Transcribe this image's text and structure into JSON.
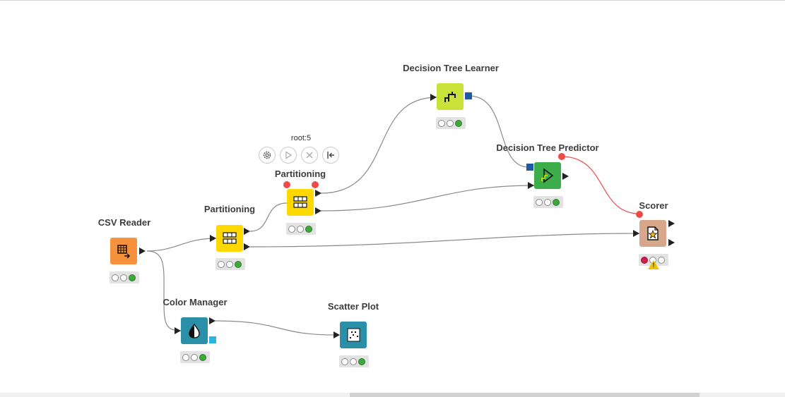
{
  "workflow": {
    "nodes": [
      {
        "id": "csv_reader",
        "label": "CSV Reader",
        "color": "#f6913c",
        "icon": "table-arrow-icon",
        "status": [
          "idle",
          "idle",
          "green"
        ]
      },
      {
        "id": "partitioning_1",
        "label": "Partitioning",
        "color": "#ffd800",
        "icon": "partition-icon",
        "status": [
          "idle",
          "idle",
          "green"
        ]
      },
      {
        "id": "partitioning_2",
        "label": "Partitioning",
        "color": "#ffd800",
        "icon": "partition-icon",
        "status": [
          "idle",
          "idle",
          "green"
        ]
      },
      {
        "id": "dt_learner",
        "label": "Decision Tree Learner",
        "color": "#c8e23a",
        "icon": "tree-learner-icon",
        "status": [
          "idle",
          "idle",
          "green"
        ]
      },
      {
        "id": "dt_predictor",
        "label": "Decision Tree Predictor",
        "color": "#3dac4b",
        "icon": "tree-predictor-icon",
        "status": [
          "idle",
          "idle",
          "green"
        ]
      },
      {
        "id": "scorer",
        "label": "Scorer",
        "color": "#d6a78b",
        "icon": "scorer-icon",
        "status": [
          "red",
          "idle",
          "idle"
        ],
        "warning": true
      },
      {
        "id": "color_manager",
        "label": "Color Manager",
        "color": "#2a8fa7",
        "icon": "color-drop-icon",
        "status": [
          "idle",
          "idle",
          "green"
        ]
      },
      {
        "id": "scatter_plot",
        "label": "Scatter Plot",
        "color": "#2a8fa7",
        "icon": "scatter-icon",
        "status": [
          "idle",
          "idle",
          "green"
        ]
      }
    ],
    "selected_node_id": "root:5",
    "action_bar": [
      {
        "name": "configure-button",
        "icon": "gear-icon"
      },
      {
        "name": "execute-button",
        "icon": "play-icon"
      },
      {
        "name": "cancel-button",
        "icon": "close-icon"
      },
      {
        "name": "reset-button",
        "icon": "reset-icon"
      }
    ],
    "colors": {
      "link": "#8a8a8a",
      "flow_link": "#ef4a4a",
      "model_port": "#1f5aa6",
      "color_port": "#29b6e6"
    }
  }
}
